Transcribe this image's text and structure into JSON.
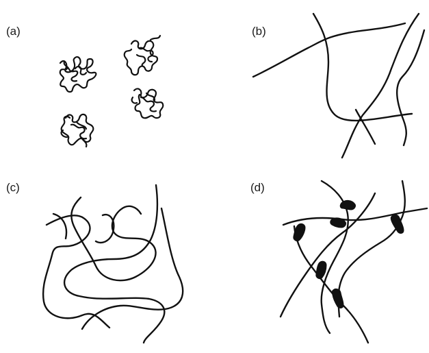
{
  "labels": {
    "a": "(a)",
    "b": "(b)",
    "c": "(c)",
    "d": "(d)"
  }
}
